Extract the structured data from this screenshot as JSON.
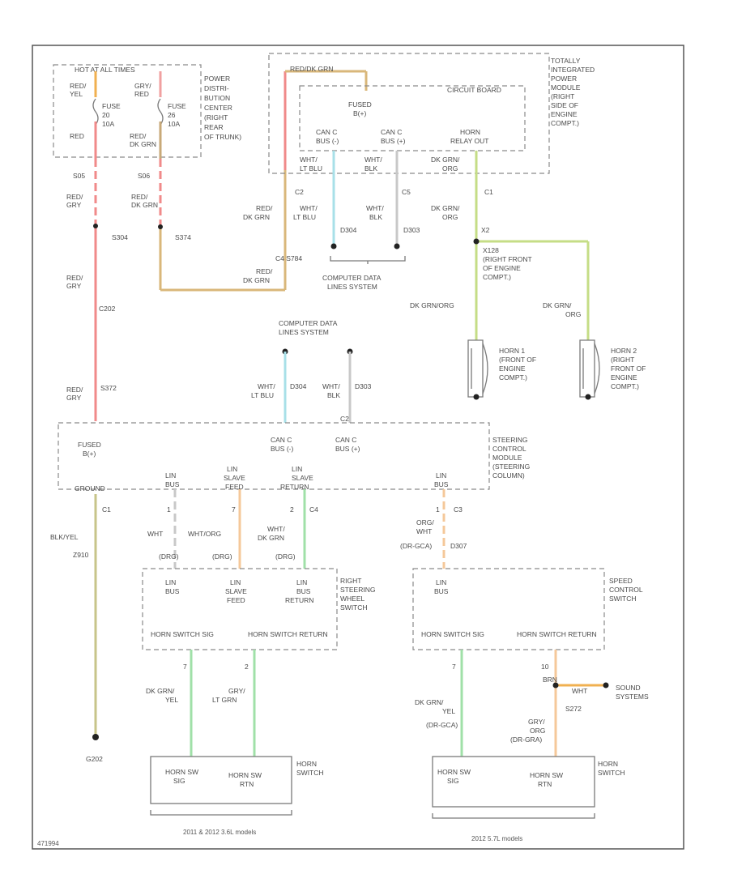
{
  "colors": {
    "red_yel": "#f0b050",
    "red": "#f08a8a",
    "red_dk_grn": "#c8a978",
    "red_grn_wire": "#d9b77a",
    "lt_blu": "#a8e0e8",
    "wht_blk": "#c8c8c8",
    "dk_grn_org": "#c5dd86",
    "dk_grn": "#a0e0a8",
    "orange": "#f5c89a",
    "blk_yel": "#c7c48a",
    "gray_line": "#8a8a8a"
  },
  "modules": {
    "fuse_center": {
      "header": "HOT AT ALL TIMES",
      "fuse_a": [
        "RED/",
        "YEL",
        "FUSE",
        "20",
        "10A",
        "RED"
      ],
      "fuse_b": [
        "GRY/",
        "RED",
        "FUSE",
        "26",
        "10A",
        "RED/",
        "DK GRN"
      ],
      "name": [
        "POWER",
        "DISTRI-",
        "BUTION",
        "CENTER",
        "(RIGHT",
        "REAR",
        "OF TRUNK)"
      ]
    },
    "tipm": {
      "top_wire": "RED/DK GRN",
      "inner_header": "CIRCUIT BOARD",
      "fused": [
        "FUSED",
        "B(+)"
      ],
      "can_c_l": [
        "CAN C",
        "BUS (-)"
      ],
      "can_c_h": [
        "CAN C",
        "BUS (+)"
      ],
      "horn": [
        "HORN",
        "RELAY OUT"
      ],
      "name": [
        "TOTALLY",
        "INTEGRATED",
        "POWER",
        "MODULE",
        "(RIGHT",
        "SIDE OF",
        "ENGINE",
        "COMPT.)"
      ]
    },
    "scm": {
      "fused": [
        "FUSED",
        "B(+)"
      ],
      "can_c_l": [
        "CAN C",
        "BUS (-)"
      ],
      "can_c_h": [
        "CAN C",
        "BUS (+)"
      ],
      "name": [
        "STEERING",
        "CONTROL",
        "MODULE",
        "(STEERING",
        "COLUMN)"
      ],
      "ground": "GROUND"
    },
    "rsws": {
      "lin_bus": [
        "LIN",
        "BUS"
      ],
      "lin_slave": [
        "LIN",
        "SLAVE",
        "FEED"
      ],
      "lin_return": [
        "LIN",
        "BUS",
        "RETURN"
      ],
      "horn_sig": "HORN SWITCH SIG",
      "horn_ret": "HORN SWITCH RETURN",
      "name": [
        "RIGHT",
        "STEERING",
        "WHEEL",
        "SWITCH"
      ]
    },
    "scs": {
      "lin_bus": [
        "LIN",
        "BUS"
      ],
      "horn_sig": "HORN SWITCH SIG",
      "horn_ret": "HORN SWITCH RETURN",
      "name": [
        "SPEED",
        "CONTROL",
        "SWITCH"
      ]
    }
  },
  "connectors": {
    "s05": "S05",
    "s06": "S06",
    "s304": "S304",
    "s374": "S374",
    "c202": "C202",
    "s372": "S372",
    "c2": "C2",
    "c5": "C5",
    "c1": "C1",
    "c4": "C4",
    "c3": "C3",
    "c4_s784": "C4  S784",
    "s784_hdr": "S784",
    "s372b": "S372",
    "g202": "G202",
    "d304": "D304",
    "d303": "D303",
    "d307": "D307",
    "s272": "S272",
    "x128": "X128"
  },
  "wire_labels": {
    "red_gry_1": [
      "RED/",
      "GRY"
    ],
    "red_dk_grn_1": [
      "RED/",
      "DK GRN"
    ],
    "red_gry_2": [
      "RED/",
      "GRY"
    ],
    "red_dk_grn_2": [
      "RED/",
      "DK GRN"
    ],
    "red_gry_3": [
      "RED/",
      "GRY"
    ],
    "red_dk_grn_3": [
      "RED/",
      "DK GRN"
    ],
    "wht_lt_blu": [
      "WHT/",
      "LT BLU"
    ],
    "wht_blk": [
      "WHT/",
      "BLK"
    ],
    "dk_grn_org": [
      "DK GRN/",
      "ORG"
    ],
    "dk_grn_org_2": "DK GRN/ORG",
    "dk_grn_org_3": [
      "DK GRN/",
      "ORG"
    ],
    "wht_lt_blu_d304": [
      "WHT/",
      "LT BLU"
    ],
    "wht_blk_d303": [
      "WHT/",
      "BLK"
    ],
    "blk_yel": "BLK/YEL",
    "z910": "Z910",
    "wht_1": "WHT",
    "wht_org": "WHT/ORG",
    "wht_dk_grn": [
      "WHT/",
      "DK GRN"
    ],
    "grn_x": "(DRG)",
    "org_wht": [
      "ORG/",
      "WHT",
      "(DR-GCA)"
    ],
    "dk_grn_yel": [
      "DK GRN/",
      "YEL"
    ],
    "gry_lt_grn": [
      "GRY/",
      "LT GRN"
    ],
    "dk_grn_yel_2": [
      "DK GRN/",
      "YEL",
      "(DR-GCA)"
    ],
    "gry_org": [
      "GRY/",
      "ORG",
      "(DR-GRA)"
    ],
    "brn": "BRN",
    "wht_2": "WHT"
  },
  "system_labels": {
    "cdl_system": [
      "COMPUTER DATA",
      "LINES SYSTEM"
    ],
    "cdl_system_2": [
      "COMPUTER DATA",
      "LINES SYSTEM"
    ],
    "sound": [
      "SOUND",
      "SYSTEMS"
    ]
  },
  "horns": {
    "horn1": [
      "HORN 1",
      "(FRONT OF",
      "ENGINE",
      "COMPT.)"
    ],
    "horn2": [
      "HORN 2",
      "(RIGHT",
      "FRONT OF",
      "ENGINE",
      "COMPT.)"
    ],
    "junction": [
      "X128",
      "(RIGHT FRONT",
      "OF ENGINE",
      "COMPT.)"
    ]
  },
  "switches": {
    "left": {
      "sig": [
        "HORN SW",
        "SIG"
      ],
      "ret": [
        "HORN SW",
        "RTN"
      ],
      "name": [
        "HORN",
        "SWITCH"
      ]
    },
    "right": {
      "sig": [
        "HORN SW",
        "SIG"
      ],
      "ret": [
        "HORN SW",
        "RTN"
      ],
      "name": [
        "HORN",
        "SWITCH"
      ]
    }
  },
  "footer": {
    "left_caption": "2011 & 2012 3.6L models",
    "right_caption": "2012 5.7L models",
    "figure_id": "471994"
  }
}
